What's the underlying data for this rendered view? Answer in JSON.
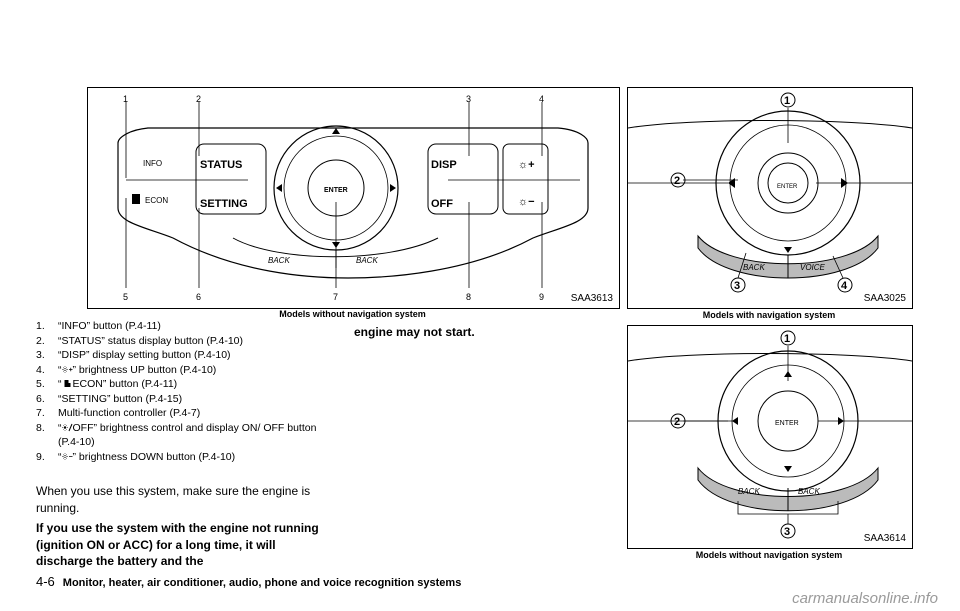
{
  "figures": {
    "main": {
      "id": "SAA3613",
      "caption": "Models without navigation system",
      "callouts": [
        "1",
        "2",
        "3",
        "4",
        "5",
        "6",
        "7",
        "8",
        "9"
      ],
      "labels": {
        "info": "INFO",
        "status": "STATUS",
        "disp": "DISP",
        "econ": "ECON",
        "setting": "SETTING",
        "enter": "ENTER",
        "off": "OFF",
        "back": "BACK"
      }
    },
    "nav": {
      "id": "SAA3025",
      "caption": "Models with navigation system",
      "callouts": [
        "1",
        "2",
        "3",
        "4"
      ],
      "labels": {
        "enter": "ENTER",
        "back": "BACK",
        "voice": "VOICE"
      }
    },
    "nonav": {
      "id": "SAA3614",
      "caption": "Models without navigation system",
      "callouts": [
        "1",
        "2",
        "3"
      ],
      "labels": {
        "enter": "ENTER",
        "back": "BACK"
      }
    }
  },
  "list_items": [
    {
      "num": "1.",
      "text": "“INFO” button (P.4-11)"
    },
    {
      "num": "2.",
      "text": "“STATUS” status display button (P.4-10)"
    },
    {
      "num": "3.",
      "text": "“DISP” display setting button (P.4-10)"
    },
    {
      "num": "4.",
      "pre": "“",
      "text": "” brightness UP button (P.4-10)",
      "icon": "brightness-up-icon"
    },
    {
      "num": "5.",
      "pre": "“",
      "text": "ECON” button (P.4-11)",
      "icon": "econ-icon"
    },
    {
      "num": "6.",
      "text": "“SETTING” button (P.4-15)"
    },
    {
      "num": "7.",
      "text": "Multi-function controller (P.4-7)"
    },
    {
      "num": "8.",
      "pre": "“",
      "text": "OFF” brightness control and display ON/ OFF button (P.4-10)",
      "icon": "brightness-off-icon"
    },
    {
      "num": "9.",
      "pre": "“",
      "text": "” brightness DOWN button (P.4-10)",
      "icon": "brightness-down-icon"
    }
  ],
  "paragraph": "When you use this system, make sure the engine is running.",
  "warning": "If you use the system with the engine not running (ignition ON or ACC) for a long time, it will discharge the battery and the",
  "warning_cont": "engine may not start.",
  "footer": {
    "page": "4-6",
    "section": "Monitor, heater, air conditioner, audio, phone and voice recognition systems"
  },
  "watermark": "carmanualsonline.info"
}
